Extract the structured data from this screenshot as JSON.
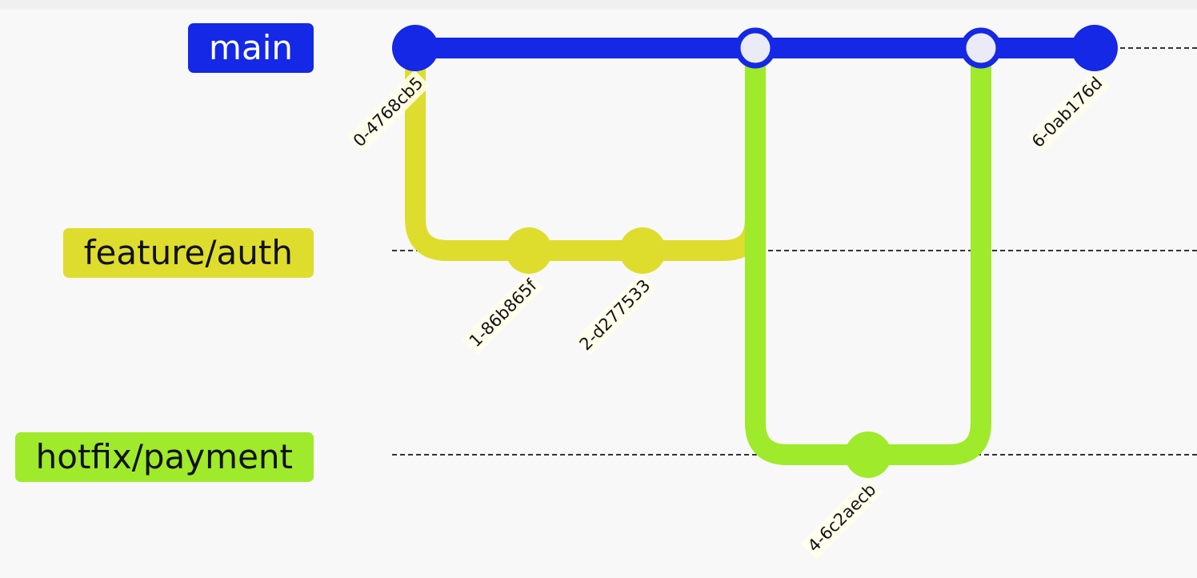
{
  "branches": [
    {
      "name": "main",
      "color": "#1428e6",
      "text_color": "#ffffff"
    },
    {
      "name": "feature/auth",
      "color": "#dedd2e",
      "text_color": "#111111"
    },
    {
      "name": "hotfix/payment",
      "color": "#9fea2a",
      "text_color": "#111111"
    }
  ],
  "commits": [
    {
      "id": "0-4768cb5",
      "branch": "main",
      "type": "normal"
    },
    {
      "id": "1-86b865f",
      "branch": "feature/auth",
      "type": "normal"
    },
    {
      "id": "2-d277533",
      "branch": "feature/auth",
      "type": "normal"
    },
    {
      "id": "3-merge",
      "branch": "main",
      "type": "merge",
      "label_visible": false
    },
    {
      "id": "4-6c2aecb",
      "branch": "hotfix/payment",
      "type": "normal"
    },
    {
      "id": "5-merge",
      "branch": "main",
      "type": "merge",
      "label_visible": false
    },
    {
      "id": "6-0ab176d",
      "branch": "main",
      "type": "normal"
    }
  ],
  "edges": [
    {
      "from": "0-4768cb5",
      "to": "1-86b865f",
      "color_branch": "feature/auth"
    },
    {
      "from": "1-86b865f",
      "to": "2-d277533",
      "color_branch": "feature/auth"
    },
    {
      "from": "2-d277533",
      "to": "3-merge",
      "color_branch": "feature/auth"
    },
    {
      "from": "3-merge",
      "to": "4-6c2aecb",
      "color_branch": "hotfix/payment"
    },
    {
      "from": "4-6c2aecb",
      "to": "5-merge",
      "color_branch": "hotfix/payment"
    },
    {
      "from": "0-4768cb5",
      "to": "6-0ab176d",
      "color_branch": "main"
    }
  ],
  "merge_fill": "#ebebf7",
  "label_background": "#fffdea"
}
